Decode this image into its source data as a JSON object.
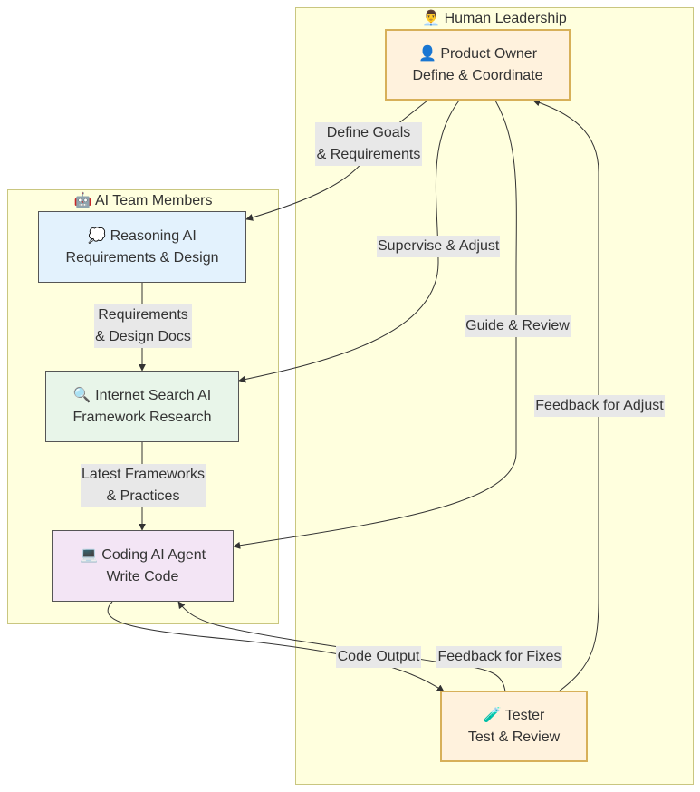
{
  "clusters": {
    "human": {
      "title": "👨‍💼 Human Leadership"
    },
    "ai": {
      "title": "🤖 AI Team Members"
    }
  },
  "nodes": {
    "product_owner": {
      "line1": "👤 Product Owner",
      "line2": "Define & Coordinate"
    },
    "reasoning_ai": {
      "line1": "💭 Reasoning AI",
      "line2": "Requirements & Design"
    },
    "search_ai": {
      "line1": "🔍 Internet Search AI",
      "line2": "Framework Research"
    },
    "coding_ai": {
      "line1": "💻 Coding AI Agent",
      "line2": "Write Code"
    },
    "tester": {
      "line1": "🧪 Tester",
      "line2": "Test & Review"
    }
  },
  "edges": {
    "define_goals": {
      "line1": "Define Goals",
      "line2": "& Requirements"
    },
    "supervise": {
      "line1": "Supervise & Adjust"
    },
    "guide": {
      "line1": "Guide & Review"
    },
    "feedback_adjust": {
      "line1": "Feedback for Adjust"
    },
    "req_docs": {
      "line1": "Requirements",
      "line2": "& Design Docs"
    },
    "latest_fw": {
      "line1": "Latest Frameworks",
      "line2": "& Practices"
    },
    "code_output": {
      "line1": "Code Output"
    },
    "feedback_fixes": {
      "line1": "Feedback for Fixes"
    }
  },
  "colors": {
    "cluster_fill": "#ffffde",
    "cluster_border": "#c9c680",
    "human_node_fill": "#fff2dd",
    "human_node_border": "#d7b059",
    "reasoning_fill": "#e3f2fd",
    "search_fill": "#e8f5e9",
    "coding_fill": "#f3e5f5",
    "edge_label_bg": "#e8e8e8"
  }
}
